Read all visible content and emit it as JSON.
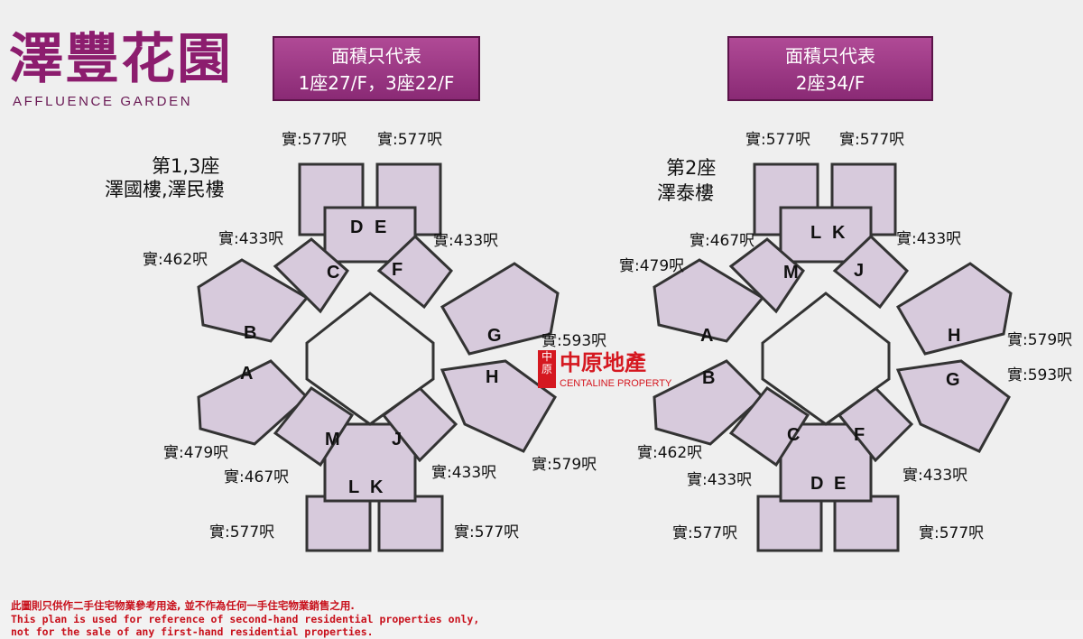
{
  "estate": {
    "name_cn": "澤豐花園",
    "name_en": "AFFLUENCE GARDEN"
  },
  "plans": [
    {
      "banner_title": "面積只代表",
      "banner_floors": "1座27/F，3座22/F",
      "block_no": "第1,3座",
      "block_names": "澤國樓,澤民樓",
      "units": [
        "A",
        "B",
        "C",
        "D",
        "E",
        "F",
        "G",
        "H",
        "J",
        "K",
        "L",
        "M"
      ],
      "areas": {
        "D": "實:577呎",
        "E": "實:577呎",
        "C": "實:433呎",
        "F": "實:433呎",
        "B": "實:462呎",
        "G": "實:593呎",
        "A": "實:479呎",
        "H": "實:579呎",
        "M": "實:467呎",
        "J": "實:433呎",
        "L": "實:577呎",
        "K": "實:577呎"
      }
    },
    {
      "banner_title": "面積只代表",
      "banner_floors": "2座34/F",
      "block_no": "第2座",
      "block_names": "澤泰樓",
      "units": [
        "L",
        "K",
        "M",
        "J",
        "A",
        "H",
        "B",
        "G",
        "C",
        "F",
        "D",
        "E"
      ],
      "areas": {
        "L": "實:577呎",
        "K": "實:577呎",
        "M": "實:467呎",
        "J": "實:433呎",
        "A": "實:479呎",
        "H": "實:579呎",
        "G": "實:593呎",
        "B": "實:462呎",
        "C": "實:433呎",
        "F": "實:433呎",
        "D": "實:577呎",
        "E": "實:577呎"
      }
    }
  ],
  "watermark": {
    "mark": "中原",
    "name_cn": "中原地產",
    "name_en": "CENTALINE PROPERTY"
  },
  "disclaimer": {
    "line1": "此圖則只供作二手住宅物業參考用途, 並不作為任何一手住宅物業銷售之用.",
    "line2": "This plan is used for reference of second-hand residential properties only,",
    "line3": " not for the sale of any first-hand residential properties."
  },
  "colors": {
    "brand": "#8c1d6e",
    "unit_fill": "#d7cadc",
    "wall": "#333333",
    "warning": "#c8101b"
  }
}
